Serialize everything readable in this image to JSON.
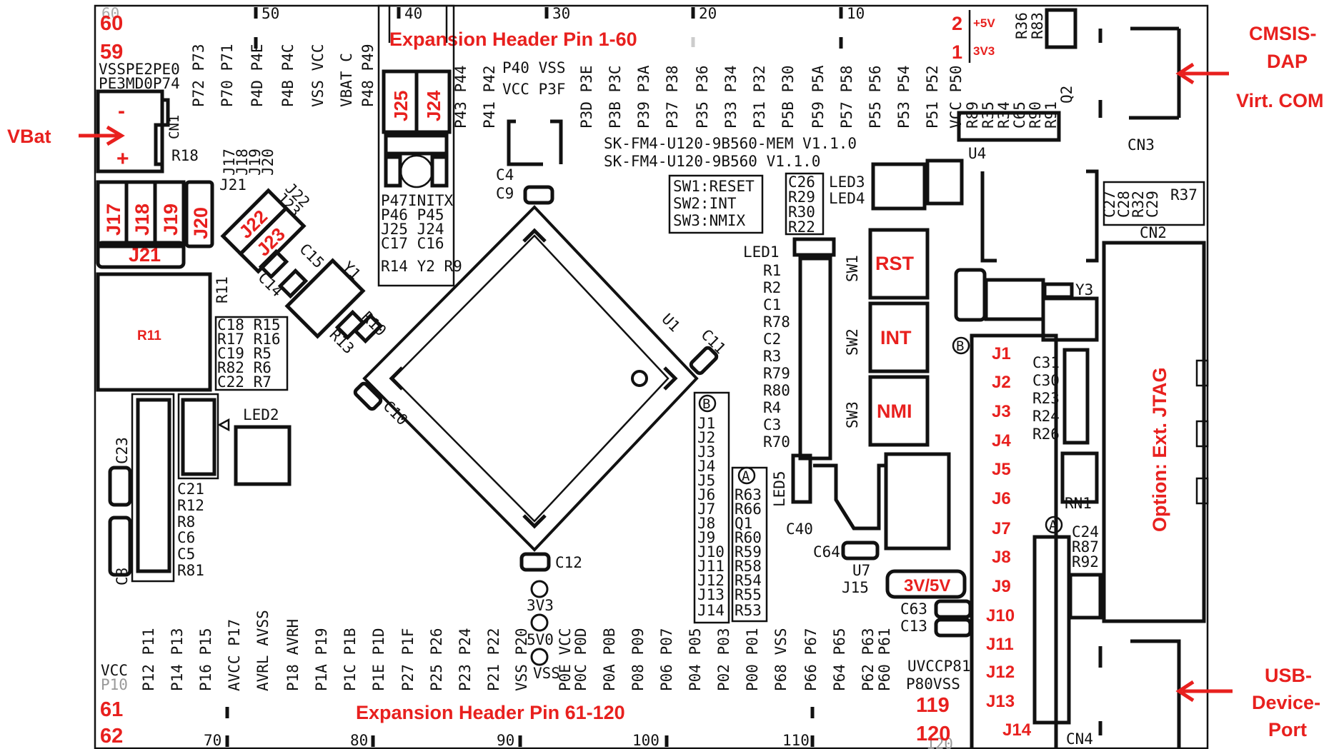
{
  "header_top": {
    "title": "Expansion Header Pin 1-60",
    "pin_60": "60",
    "pin_59": "59",
    "pin_2": "2",
    "pin_1": "1",
    "label_5v": "+5V",
    "label_3v3": "3V3",
    "scale": [
      "60",
      "50",
      "40",
      "30",
      "20",
      "10"
    ]
  },
  "header_bottom": {
    "title": "Expansion Header Pin 61-120",
    "pin_61": "61",
    "pin_62": "62",
    "pin_119": "119",
    "pin_120": "120",
    "scale": [
      "70",
      "80",
      "90",
      "100",
      "110",
      "120"
    ]
  },
  "annotations": {
    "vbat": "VBat",
    "cmsis_1": "CMSIS-",
    "cmsis_2": "DAP",
    "cmsis_3": "Virt. COM",
    "usb_1": "USB-",
    "usb_2": "Device-",
    "usb_3": "Port",
    "jtag": "Option: Ext. JTAG"
  },
  "buttons": {
    "rst": "RST",
    "int": "INT",
    "nmi": "NMI"
  },
  "jumpers_left": [
    "J17",
    "J18",
    "J19",
    "J20"
  ],
  "jumper_j21": "J21",
  "jumper_j22": "J22",
  "jumper_j23": "J23",
  "jumper_j24": "J24",
  "jumper_j25": "J25",
  "resistor_r11": "R11",
  "jumpers_right": [
    "J1",
    "J2",
    "J3",
    "J4",
    "J5",
    "J6",
    "J7",
    "J8",
    "J9",
    "J10",
    "J11",
    "J12",
    "J13",
    "J14"
  ],
  "jumper_3v5v": "3V/5V",
  "silk": {
    "top_pins": [
      "VSSPE2PE0",
      "PE3MD0P74",
      "P72 P73",
      "P70 P71",
      "P4D P4E",
      "P4B P4C",
      "VSS VCC",
      "VBAT C",
      "P48 P49",
      "P43 P44",
      "P41 P42",
      "P40 VSS",
      "VCC P3F",
      "P3D P3E",
      "P3B P3C",
      "P39 P3A",
      "P37 P38",
      "P35 P36",
      "P33 P34",
      "P31 P32",
      "P5B P30",
      "P59 P5A",
      "P57 P58",
      "P55 P56",
      "P53 P54",
      "P51 P52",
      "VCC P50"
    ],
    "bottom_pins": [
      "VCC",
      "P10",
      "P12 P11",
      "P14 P13",
      "P16 P15",
      "AVCC P17",
      "AVRL AVSS",
      "P18 AVRH",
      "P1A P19",
      "P1C P1B",
      "P1E P1D",
      "P27 P1F",
      "P25 P26",
      "P23 P24",
      "P21 P22",
      "VSS P20",
      "P0E VCC",
      "P0C P0D",
      "P0A P0B",
      "P08 P09",
      "P06 P07",
      "P04 P05",
      "P02 P03",
      "P00 P01",
      "P68 VSS",
      "P66 P67",
      "P64 P65",
      "P62 P63",
      "P60 P61",
      "UVCCP81",
      "P80VSS"
    ],
    "board_names": [
      "SK-FM4-U120-9B560-MEM V1.1.0",
      "SK-FM4-U120-9B560 V1.1.0"
    ],
    "sw_legend": [
      "SW1:RESET",
      "SW2:INT",
      "SW3:NMIX"
    ],
    "cn1": "CN1",
    "r18": "R18",
    "j_list_left": [
      "J17",
      "J18",
      "J19",
      "J20",
      "J21"
    ],
    "j22": "J22",
    "j23": "J23",
    "c15": "C15",
    "c14": "C14",
    "y1": "Y1",
    "r10": "R10",
    "r13": "R13",
    "r11_label": "R11",
    "rc_block": [
      "C18 R15",
      "R17 R16",
      "C19 R5",
      "R82 R6",
      "C22 R7"
    ],
    "led2": "LED2",
    "left_col": [
      "C21",
      "R12",
      "R8",
      "C6",
      "C5",
      "R81"
    ],
    "c23": "C23",
    "c8": "C8",
    "j24_block": [
      "P47INITX",
      "P46 P45",
      "J25 J24",
      "C17 C16",
      "R14 Y2 R9"
    ],
    "c4": "C4",
    "c9": "C9",
    "c10": "C10",
    "c11": "C11",
    "c12": "C12",
    "u1": "U1",
    "test_points": [
      "3V3",
      "5V0",
      "VSS"
    ],
    "j_list_b": [
      "J1",
      "J2",
      "J3",
      "J4",
      "J5",
      "J6",
      "J7",
      "J8",
      "J9",
      "J10",
      "J11",
      "J12",
      "J13",
      "J14"
    ],
    "r_list_a": [
      "R63",
      "R66",
      "Q1",
      "R60",
      "R59",
      "R58",
      "R54",
      "R55",
      "R53"
    ],
    "led1": "LED1",
    "led_col": [
      "R1",
      "R2",
      "C1",
      "R78",
      "C2",
      "R3",
      "R79",
      "R80",
      "R4",
      "C3",
      "R70"
    ],
    "sw": [
      "SW1",
      "SW2",
      "SW3"
    ],
    "led5": "LED5",
    "c40": "C40",
    "c64": "C64",
    "u7": "U7",
    "j15": "J15",
    "c63": "C63",
    "c13": "C13",
    "c26_block": [
      "C26",
      "R29",
      "R30",
      "R22"
    ],
    "led3": "LED3",
    "led4": "LED4",
    "u4_top": [
      "R89",
      "R35",
      "R34",
      "C65",
      "R90",
      "R91",
      "Q2"
    ],
    "r36": "R36",
    "r83": "R83",
    "u4": "U4",
    "cn3": "CN3",
    "cn2": "CN2",
    "cn4": "CN4",
    "c27_block": [
      "C27",
      "C28",
      "R32",
      "C29",
      "R37"
    ],
    "y3": "Y3",
    "right_rc": [
      "C31",
      "C30",
      "R23",
      "R24",
      "R26"
    ],
    "rn1": "RN1",
    "a_block": [
      "C24",
      "R87",
      "R92"
    ],
    "circle_a": "A",
    "circle_b": "B"
  }
}
